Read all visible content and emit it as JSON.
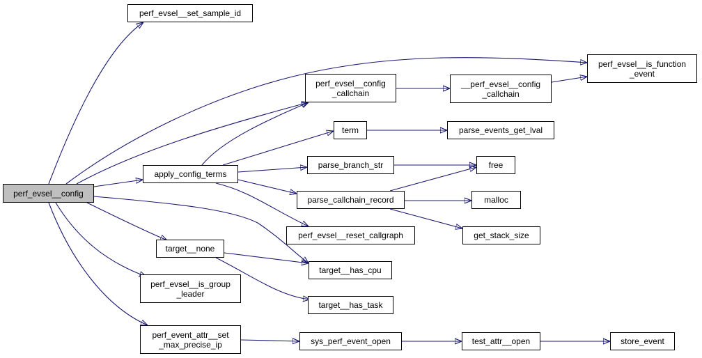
{
  "diagram": {
    "root": "perf_evsel__config",
    "nodes": {
      "perf_evsel__config": "perf_evsel__config",
      "perf_evsel__set_sample_id": "perf_evsel__set_sample_id",
      "perf_evsel__is_function_event": "perf_evsel__is_function\n_event",
      "perf_evsel__config_callchain": "perf_evsel__config\n_callchain",
      "__perf_evsel__config_callchain": "__perf_evsel__config\n_callchain",
      "term": "term",
      "parse_events_get_lval": "parse_events_get_lval",
      "apply_config_terms": "apply_config_terms",
      "parse_branch_str": "parse_branch_str",
      "free": "free",
      "parse_callchain_record": "parse_callchain_record",
      "malloc": "malloc",
      "perf_evsel__reset_callgraph": "perf_evsel__reset_callgraph",
      "get_stack_size": "get_stack_size",
      "target__none": "target__none",
      "target__has_cpu": "target__has_cpu",
      "perf_evsel__is_group_leader": "perf_evsel__is_group\n_leader",
      "target__has_task": "target__has_task",
      "perf_event_attr__set_max_precise_ip": "perf_event_attr__set\n_max_precise_ip",
      "sys_perf_event_open": "sys_perf_event_open",
      "test_attr__open": "test_attr__open",
      "store_event": "store_event"
    },
    "edges": [
      [
        "perf_evsel__config",
        "perf_evsel__set_sample_id"
      ],
      [
        "perf_evsel__config",
        "perf_evsel__is_function_event"
      ],
      [
        "perf_evsel__config",
        "perf_evsel__config_callchain"
      ],
      [
        "perf_evsel__config",
        "apply_config_terms"
      ],
      [
        "perf_evsel__config",
        "target__none"
      ],
      [
        "perf_evsel__config",
        "target__has_cpu"
      ],
      [
        "perf_evsel__config",
        "perf_evsel__is_group_leader"
      ],
      [
        "perf_evsel__config",
        "perf_event_attr__set_max_precise_ip"
      ],
      [
        "perf_evsel__config_callchain",
        "__perf_evsel__config_callchain"
      ],
      [
        "__perf_evsel__config_callchain",
        "perf_evsel__is_function_event"
      ],
      [
        "apply_config_terms",
        "perf_evsel__config_callchain"
      ],
      [
        "apply_config_terms",
        "term"
      ],
      [
        "apply_config_terms",
        "parse_branch_str"
      ],
      [
        "apply_config_terms",
        "parse_callchain_record"
      ],
      [
        "apply_config_terms",
        "perf_evsel__reset_callgraph"
      ],
      [
        "term",
        "parse_events_get_lval"
      ],
      [
        "parse_branch_str",
        "free"
      ],
      [
        "parse_callchain_record",
        "free"
      ],
      [
        "parse_callchain_record",
        "malloc"
      ],
      [
        "parse_callchain_record",
        "get_stack_size"
      ],
      [
        "target__none",
        "target__has_cpu"
      ],
      [
        "target__none",
        "target__has_task"
      ],
      [
        "perf_event_attr__set_max_precise_ip",
        "sys_perf_event_open"
      ],
      [
        "sys_perf_event_open",
        "test_attr__open"
      ],
      [
        "test_attr__open",
        "store_event"
      ]
    ]
  }
}
